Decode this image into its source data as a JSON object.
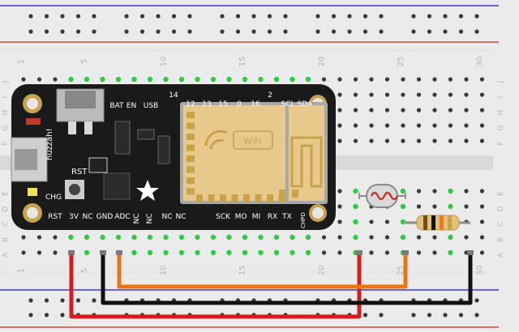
{
  "breadboard": {
    "column_numbers": [
      "1",
      "5",
      "10",
      "15",
      "20",
      "25",
      "30"
    ],
    "row_letters_top": [
      "J",
      "I",
      "H",
      "G",
      "F"
    ],
    "row_letters_bottom": [
      "E",
      "D",
      "C",
      "B",
      "A"
    ],
    "colors": {
      "board": "#e6e6e6",
      "hole": "#3a3a3a",
      "rail_red": "#d8463a",
      "rail_blue": "#3a3ad8",
      "lit_hole": "#2ecc40"
    }
  },
  "board": {
    "top_labels": [
      "BAT",
      "EN",
      "USB",
      "14",
      "12",
      "13",
      "15",
      "0",
      "16",
      "2",
      "SCL",
      "SDA"
    ],
    "bottom_labels": [
      "RST",
      "3V",
      "NC",
      "GND",
      "ADC",
      "NC",
      "NC",
      "NC",
      "NC",
      "SCK",
      "MO",
      "MI",
      "RX",
      "TX"
    ],
    "brand": "huzzah!",
    "module_text": "WiFi",
    "rst_label": "RST",
    "chg_label": "CHG",
    "chpd_label": "CHPD",
    "colors": {
      "pcb": "#1a1a1a",
      "module": "#e8c98c",
      "pad": "#c9a24a"
    }
  },
  "parts": {
    "photoresistor": {
      "icon": "photoresistor-icon"
    },
    "resistor": {
      "icon": "resistor-icon",
      "bands": [
        "#7a4a1e",
        "#111111",
        "#e87a1e",
        "#c9a24a"
      ]
    }
  },
  "wires": {
    "colors": {
      "red": "#d41e1e",
      "black": "#111111",
      "orange": "#e87511"
    }
  }
}
